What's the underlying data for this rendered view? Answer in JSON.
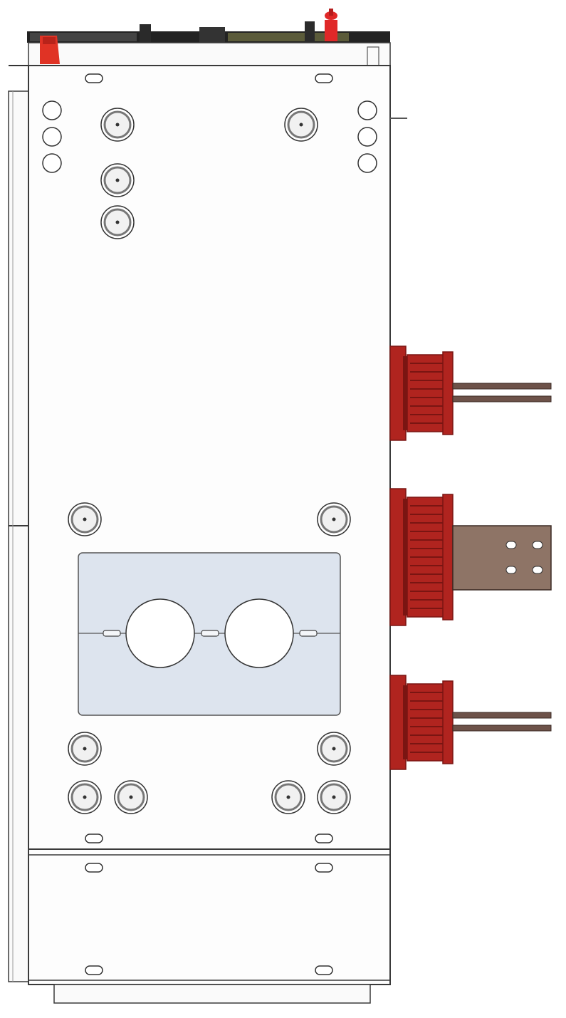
{
  "drawing": {
    "colors": {
      "background": "#ffffff",
      "panel": "#fdfdfd",
      "line": "#3a3a3a",
      "bushing_red": "#b0241f",
      "bushing_dark": "#7a1512",
      "busbar_copper": "#8e7466",
      "rod_copper": "#6d5249",
      "insulating_plate": "#dde4ee",
      "fastener_ring": "#777777",
      "top_red_part": "#e03325"
    },
    "components": {
      "cabinet_front_panel": "front-panel",
      "insulating_plate_with_two_cable_openings": "cable-entry-plate",
      "upper_bushing_with_rods": "bushing",
      "middle_bushing_with_flat_busbar": "bushing",
      "lower_bushing_with_rods": "bushing"
    }
  }
}
